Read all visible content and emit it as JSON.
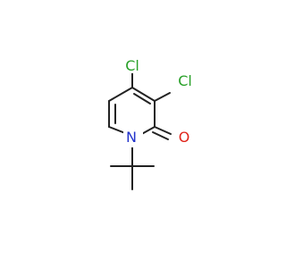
{
  "molecule": {
    "atoms": {
      "cl_top": "Cl",
      "cl_right": "Cl",
      "nitrogen": "N",
      "oxygen": "O"
    },
    "colors": {
      "chlorine": "#28a028",
      "nitrogen": "#2233cc",
      "oxygen": "#e0261c",
      "bond": "#222222"
    }
  }
}
